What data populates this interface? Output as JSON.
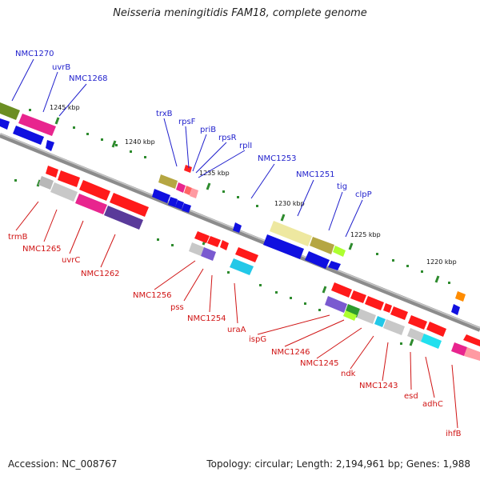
{
  "title": "Neisseria meningitidis FAM18, complete genome",
  "footer": {
    "accession": "Accession: NC_008767",
    "summary": "Topology: circular; Length: 2,194,961 bp; Genes: 1,988"
  },
  "colors": {
    "top_label": "#1f1fcc",
    "bottom_label": "#d01414",
    "backbone": "#8c8c8c",
    "tick": "#2e8b2e"
  },
  "ticks": [
    "1245 kbp",
    "1240 kbp",
    "1235 kbp",
    "1230 kbp",
    "1225 kbp",
    "1220 kbp"
  ],
  "top_labels": [
    "NMC1270",
    "uvrB",
    "NMC1268",
    "trxB",
    "rpsF",
    "priB",
    "rpsR",
    "rplI",
    "NMC1253",
    "NMC1251",
    "tig",
    "clpP"
  ],
  "bottom_labels": [
    "trmB",
    "NMC1265",
    "uvrC",
    "NMC1262",
    "NMC1256",
    "pss",
    "NMC1254",
    "uraA",
    "ispG",
    "NMC1246",
    "NMC1245",
    "ndk",
    "NMC1243",
    "esd",
    "adhC",
    "ihfB"
  ]
}
